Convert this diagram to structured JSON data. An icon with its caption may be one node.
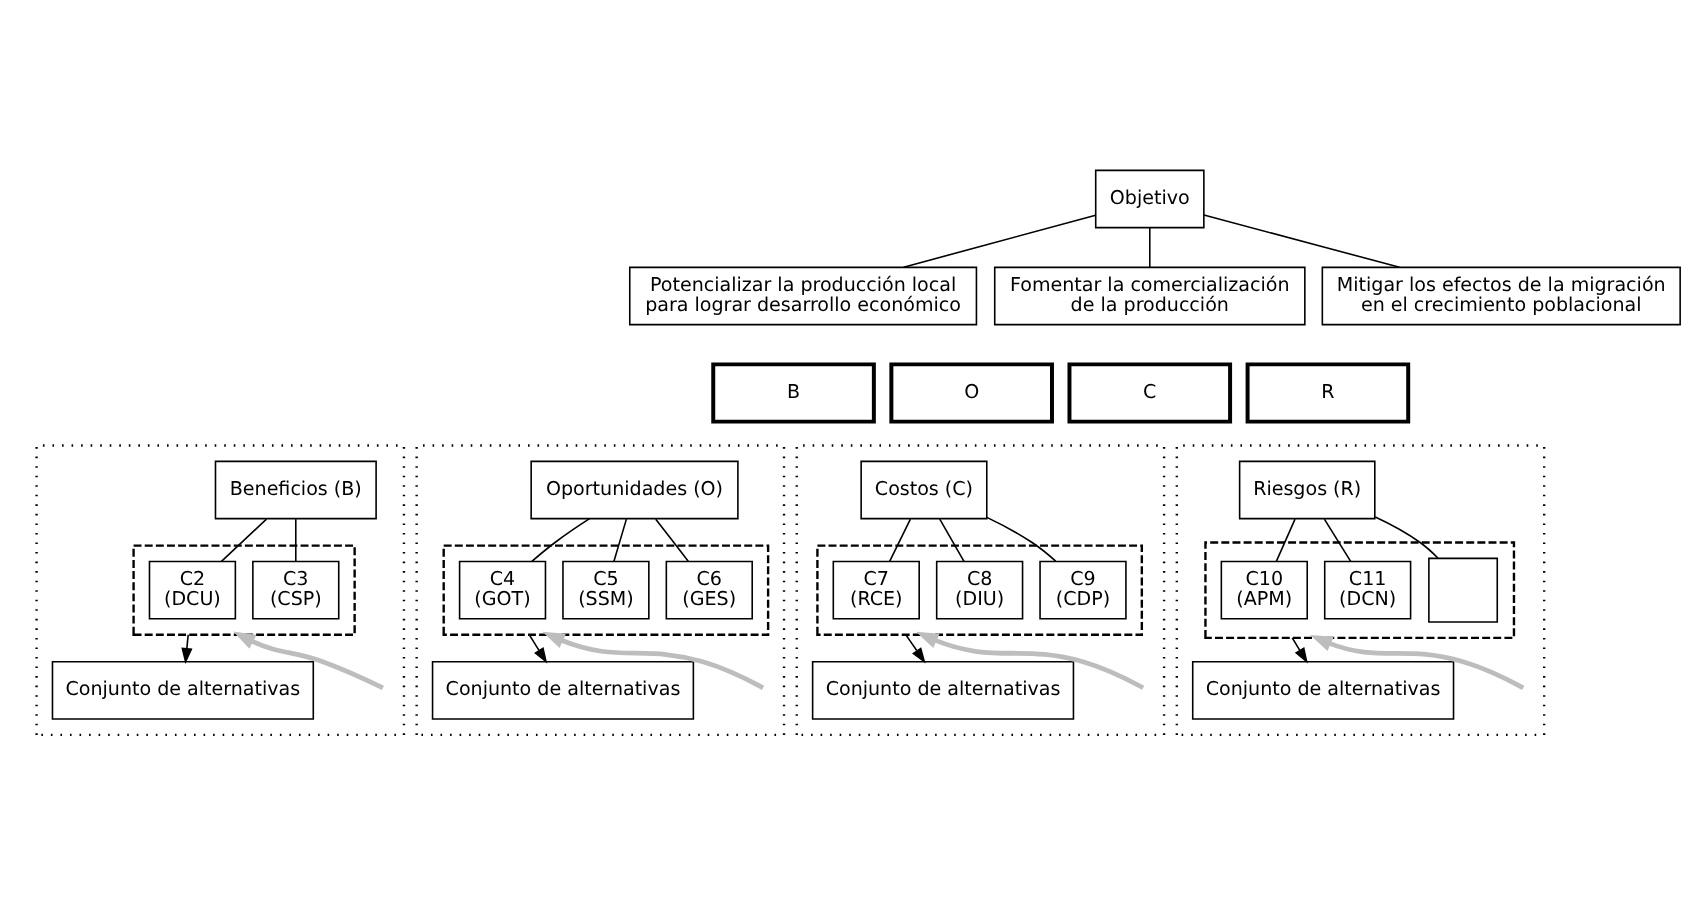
{
  "diagram": {
    "nodes": [
      {
        "text": [
          "Objetivo"
        ]
      },
      {
        "text": [
          "Potencializar la producción local para lograr desarrollo económico"
        ]
      },
      {
        "text": [
          "Fomentar la comercialización de la producción"
        ]
      },
      {
        "text": [
          "Mitigar los efectos de la migración en el crecimiento poblacional"
        ]
      },
      {
        "text": [
          "B"
        ]
      },
      {
        "text": [
          "O"
        ]
      },
      {
        "text": [
          "C"
        ]
      },
      {
        "text": [
          "R"
        ]
      },
      {
        "text": [],
        "shape": "box"
      },
      {
        "text": [
          "Beneficios (B)"
        ],
        "in": 8
      },
      {
        "text": [],
        "shape": "box",
        "in": 8
      },
      {
        "text": [
          "C2",
          "(DCU)"
        ],
        "in": 10
      },
      {
        "text": [
          "C3",
          "(CSP)"
        ],
        "in": 10
      },
      {
        "text": [
          "Conjunto de alternativas"
        ],
        "in": 8
      },
      {
        "text": [],
        "shape": "box"
      },
      {
        "text": [
          "Oportunidades (O)"
        ],
        "in": 14
      },
      {
        "text": [],
        "shape": "box",
        "in": 14
      },
      {
        "text": [
          "C4",
          "(GOT)"
        ],
        "in": 16
      },
      {
        "text": [
          "C5",
          "(SSM)"
        ],
        "in": 16
      },
      {
        "text": [
          "C6",
          "(GES)"
        ],
        "in": 16
      },
      {
        "text": [
          "Conjunto de alternativas"
        ],
        "in": 14
      },
      {
        "text": [],
        "shape": "box"
      },
      {
        "text": [
          "Costos (C)"
        ],
        "in": 21
      },
      {
        "text": [],
        "shape": "box",
        "in": 21
      },
      {
        "text": [
          "C7",
          "(RCE)"
        ],
        "in": 23
      },
      {
        "text": [
          "C8",
          "(DIU)"
        ],
        "in": 23
      },
      {
        "text": [
          "C9",
          "(CDP)"
        ],
        "in": 23
      },
      {
        "text": [
          "Conjunto de alternativas"
        ],
        "in": 21
      },
      {
        "text": [],
        "shape": "box"
      },
      {
        "text": [
          "Riesgos (R)"
        ],
        "in": 28
      },
      {
        "text": [],
        "shape": "box",
        "in": 28
      },
      {
        "text": [
          "C10",
          "(APM)"
        ],
        "in": 30
      },
      {
        "text": [
          "C11",
          "(DCN)"
        ],
        "in": 30
      },
      {
        "text": [],
        "shape": "box",
        "in": 30
      },
      {
        "text": [
          "Conjunto de alternativas"
        ],
        "in": 28
      }
    ],
    "edges": [
      {
        "from": 0,
        "to": 1,
        "arrow": "none"
      },
      {
        "from": 0,
        "to": 2,
        "arrow": "none"
      },
      {
        "from": 0,
        "to": 3,
        "arrow": "none"
      },
      {
        "from": 9,
        "to": 11,
        "arrow": "none"
      },
      {
        "from": 9,
        "to": 12,
        "arrow": "none"
      },
      {
        "from": 10,
        "to": 13,
        "arrow": "to"
      },
      {
        "from": null,
        "to": 10,
        "arrow": "to",
        "style": "thick",
        "color": "#bdbdbd"
      },
      {
        "from": 15,
        "to": 17,
        "arrow": "none"
      },
      {
        "from": 15,
        "to": 18,
        "arrow": "none"
      },
      {
        "from": 15,
        "to": 19,
        "arrow": "none"
      },
      {
        "from": 16,
        "to": 20,
        "arrow": "to"
      },
      {
        "from": null,
        "to": 16,
        "arrow": "to",
        "style": "thick",
        "color": "#bdbdbd"
      },
      {
        "from": 22,
        "to": 24,
        "arrow": "none"
      },
      {
        "from": 22,
        "to": 25,
        "arrow": "none"
      },
      {
        "from": 22,
        "to": 26,
        "arrow": "none"
      },
      {
        "from": 23,
        "to": 27,
        "arrow": "to"
      },
      {
        "from": null,
        "to": 23,
        "arrow": "to",
        "style": "thick",
        "color": "#bdbdbd"
      },
      {
        "from": 29,
        "to": 31,
        "arrow": "none"
      },
      {
        "from": 29,
        "to": 32,
        "arrow": "none"
      },
      {
        "from": 29,
        "to": 33,
        "arrow": "none"
      },
      {
        "from": 30,
        "to": 34,
        "arrow": "to"
      },
      {
        "from": null,
        "to": 30,
        "arrow": "to",
        "style": "thick",
        "color": "#bdbdbd"
      }
    ]
  }
}
